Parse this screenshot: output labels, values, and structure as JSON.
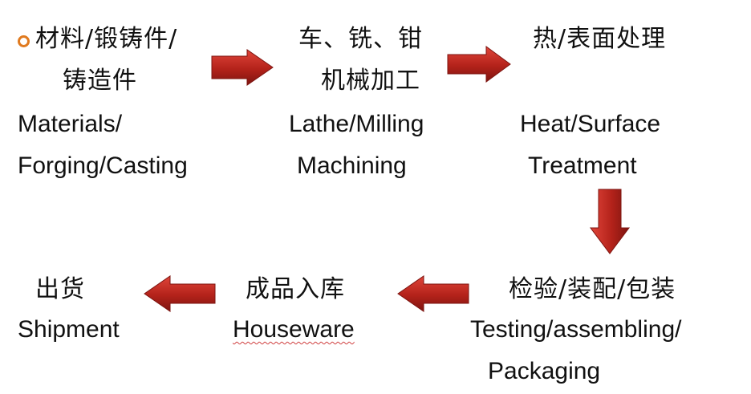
{
  "steps": {
    "materials": {
      "cn_line1": "材料/锻铸件/",
      "cn_line2": "铸造件",
      "en_line1": "Materials/",
      "en_line2": "Forging/Casting"
    },
    "machining": {
      "cn_line1": "车、铣、钳",
      "cn_line2": "机械加工",
      "en_line1": "Lathe/Milling",
      "en_line2": "Machining"
    },
    "treatment": {
      "cn_line1": "热/表面处理",
      "en_line1": "Heat/Surface",
      "en_line2": "Treatment"
    },
    "testing": {
      "cn_line1": "检验/装配/包装",
      "en_line1": "Testing/assembling/",
      "en_line2": "Packaging"
    },
    "warehouse": {
      "cn_line1": "成品入库",
      "en_line1": "Houseware"
    },
    "shipment": {
      "cn_line1": "出货",
      "en_line1": "Shipment"
    }
  },
  "colors": {
    "arrow_fill": "#c0261c",
    "arrow_dark": "#7d1410",
    "bullet": "#e07a1f",
    "text": "#111111"
  },
  "icons": {
    "bullet": "circle-bullet-icon",
    "arrow": "block-arrow-icon"
  }
}
